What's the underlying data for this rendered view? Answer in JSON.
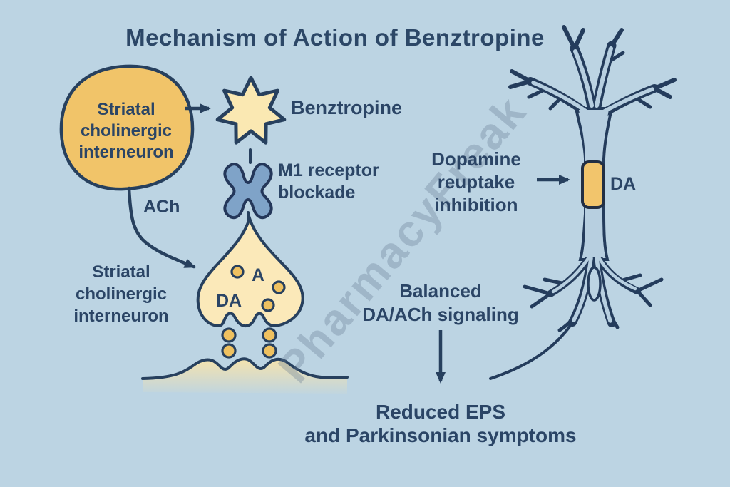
{
  "title": "Mechanism of Action of Benztropine",
  "watermark": "PharmacyFreak",
  "cell": {
    "line1": "Striatal",
    "line2": "cholinergic",
    "line3": "interneuron"
  },
  "benztropine": {
    "label": "Benztropine"
  },
  "m1": {
    "line1": "M1 receptor",
    "line2": "blockade"
  },
  "ach": {
    "label": "ACh"
  },
  "interneuron_caption": {
    "line1": "Striatal",
    "line2": "cholinergic",
    "line3": "interneuron"
  },
  "terminal": {
    "vesicle_label_a": "A",
    "vesicle_label_da": "DA"
  },
  "dopamine": {
    "line1": "Dopamine",
    "line2": "reuptake",
    "line3": "inhibition"
  },
  "axon": {
    "da_label": "DA"
  },
  "balanced": {
    "line1": "Balanced",
    "line2": "DA/ACh signaling"
  },
  "outcome": {
    "line1": "Reduced EPS",
    "line2": "and Parkinsonian symptoms"
  },
  "colors": {
    "background": "#BCD4E3",
    "ink": "#2B4566",
    "outline": "#27405E",
    "cell_fill": "#F1C469",
    "star_fill": "#FAE8B2",
    "receptor_fill": "#7FA3C8",
    "terminal_fill": "#FBE9B9",
    "vesicle_fill": "#EFC160",
    "membrane_fill": "#F6E3AC",
    "neuron_fill": "#B7CFE0",
    "transporter_fill": "#F2C56C"
  }
}
